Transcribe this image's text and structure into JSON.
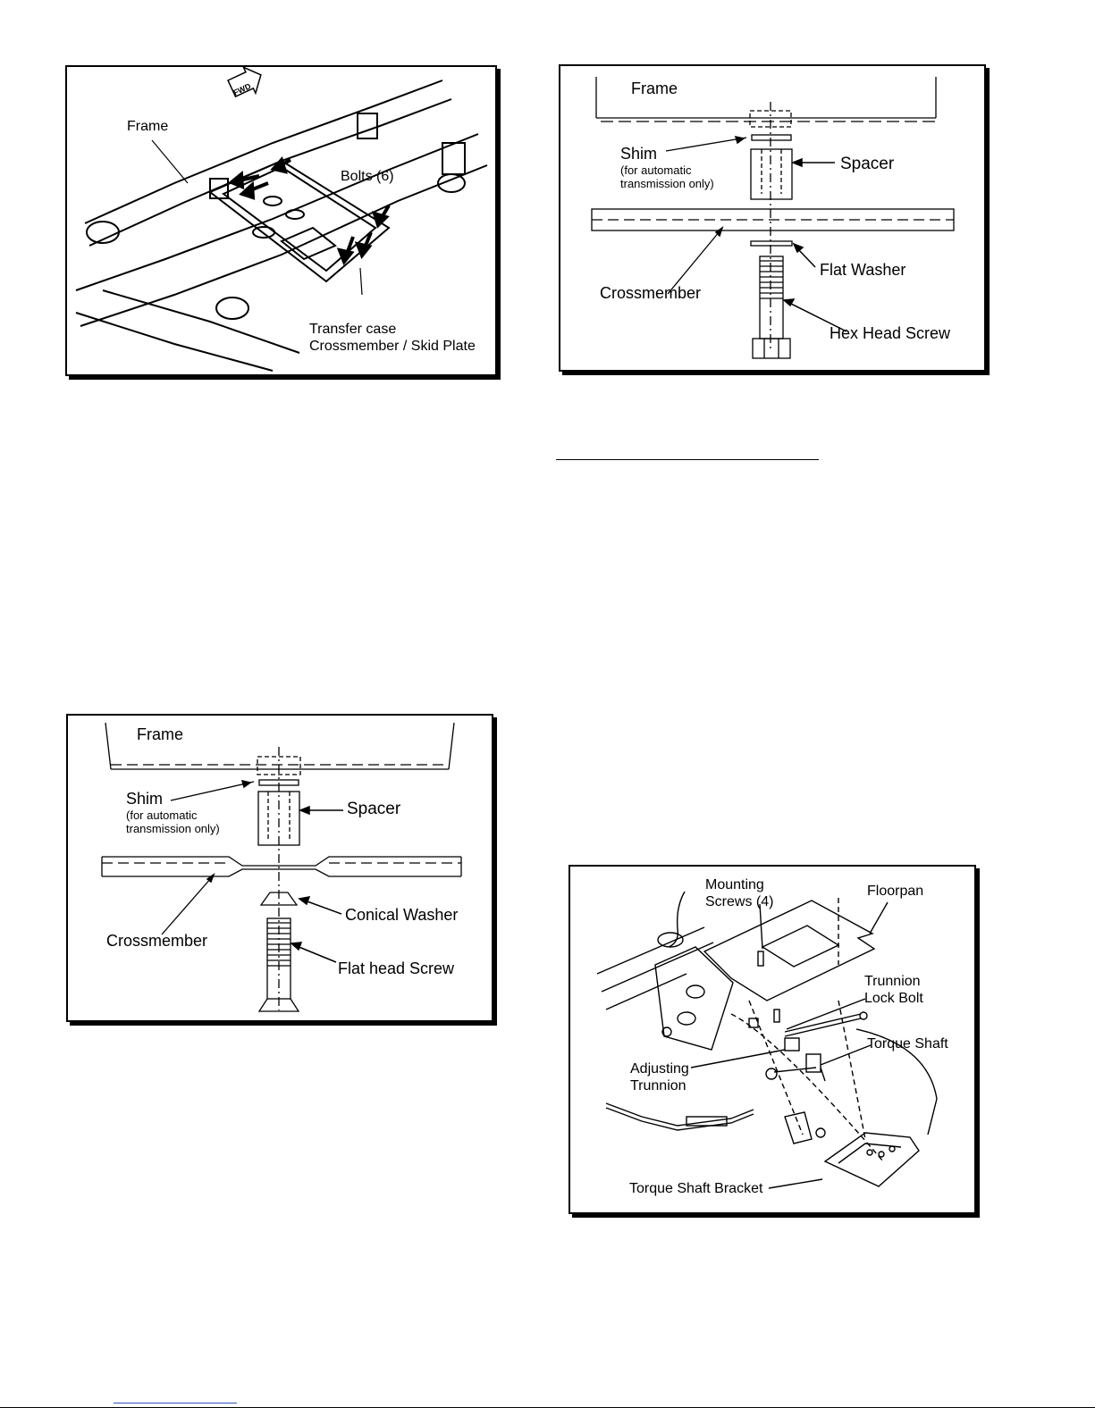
{
  "fig1": {
    "fwd": "FWD",
    "frame": "Frame",
    "bolts": "Bolts (6)",
    "transfer_line1": "Transfer case",
    "transfer_line2": "Crossmember / Skid Plate"
  },
  "fig2": {
    "frame": "Frame",
    "shim": "Shim",
    "shim_note_line1": "(for automatic",
    "shim_note_line2": "transmission only)",
    "spacer": "Spacer",
    "flat_washer": "Flat Washer",
    "crossmember": "Crossmember",
    "hex_head_screw": "Hex Head Screw"
  },
  "fig3": {
    "frame": "Frame",
    "shim": "Shim",
    "shim_note_line1": "(for automatic",
    "shim_note_line2": "transmission only)",
    "spacer": "Spacer",
    "crossmember": "Crossmember",
    "conical_washer": "Conical Washer",
    "flat_head_screw": "Flat head Screw"
  },
  "fig4": {
    "mounting_line1": "Mounting",
    "mounting_line2": "Screws (4)",
    "floorpan": "Floorpan",
    "trunnion_line1": "Trunnion",
    "trunnion_line2": "Lock Bolt",
    "torque_shaft": "Torque Shaft",
    "adjusting_line1": "Adjusting",
    "adjusting_line2": "Trunnion",
    "torque_shaft_bracket": "Torque Shaft Bracket"
  }
}
